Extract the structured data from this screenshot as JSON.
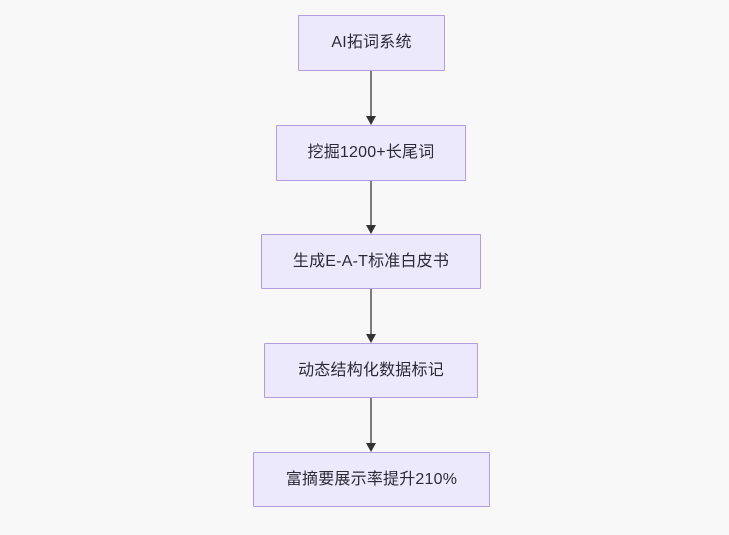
{
  "diagram": {
    "type": "flowchart",
    "orientation": "top-to-bottom",
    "background_color": "#f8f8f8",
    "node_fill_color": "#ece9fc",
    "node_border_color": "#b39ddb",
    "node_text_color": "#2b2b35",
    "connector_line_color": "#7b7b7b",
    "connector_arrow_color": "#333333",
    "nodes": [
      {
        "id": "n1",
        "label": "AI拓词系统"
      },
      {
        "id": "n2",
        "label": "挖掘1200+长尾词"
      },
      {
        "id": "n3",
        "label": "生成E-A-T标准白皮书"
      },
      {
        "id": "n4",
        "label": "动态结构化数据标记"
      },
      {
        "id": "n5",
        "label": "富摘要展示率提升210%"
      }
    ],
    "edges": [
      {
        "from": "n1",
        "to": "n2",
        "label": ""
      },
      {
        "from": "n2",
        "to": "n3",
        "label": ""
      },
      {
        "from": "n3",
        "to": "n4",
        "label": ""
      },
      {
        "from": "n4",
        "to": "n5",
        "label": ""
      }
    ]
  }
}
